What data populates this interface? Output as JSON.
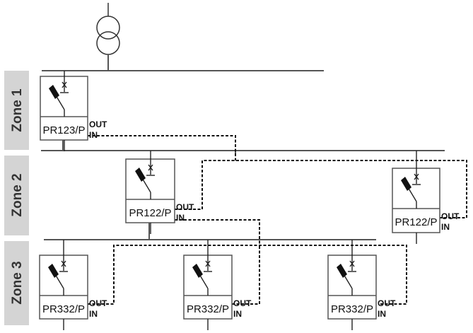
{
  "diagram": {
    "type": "zone-selectivity-wiring",
    "zones": [
      {
        "label": "Zone 1"
      },
      {
        "label": "Zone 2"
      },
      {
        "label": "Zone 3"
      }
    ],
    "source": {
      "symbol": "transformer-icon"
    },
    "breakers": [
      {
        "id": "z1-main",
        "zone": 1,
        "model": "PR123/P",
        "out_label": "OUT",
        "in_label": "IN"
      },
      {
        "id": "z2-left",
        "zone": 2,
        "model": "PR122/P",
        "out_label": "OUT",
        "in_label": "IN"
      },
      {
        "id": "z2-right",
        "zone": 2,
        "model": "PR122/P",
        "out_label": "OUT",
        "in_label": "IN"
      },
      {
        "id": "z3-a",
        "zone": 3,
        "model": "PR332/P",
        "out_label": "OUT",
        "in_label": "IN"
      },
      {
        "id": "z3-b",
        "zone": 3,
        "model": "PR332/P",
        "out_label": "OUT",
        "in_label": "IN"
      },
      {
        "id": "z3-c",
        "zone": 3,
        "model": "PR332/P",
        "out_label": "OUT",
        "in_label": "IN"
      }
    ],
    "signal_links": [
      {
        "from": "z2-left.OUT",
        "to": "z1-main.IN"
      },
      {
        "from": "z2-right.OUT",
        "to": "z1-main.IN"
      },
      {
        "from": "z3-a.OUT",
        "to": "z2-left.IN"
      },
      {
        "from": "z3-b.OUT",
        "to": "z2-left.IN"
      },
      {
        "from": "z3-c.OUT",
        "to": "z2-left.IN"
      }
    ]
  }
}
